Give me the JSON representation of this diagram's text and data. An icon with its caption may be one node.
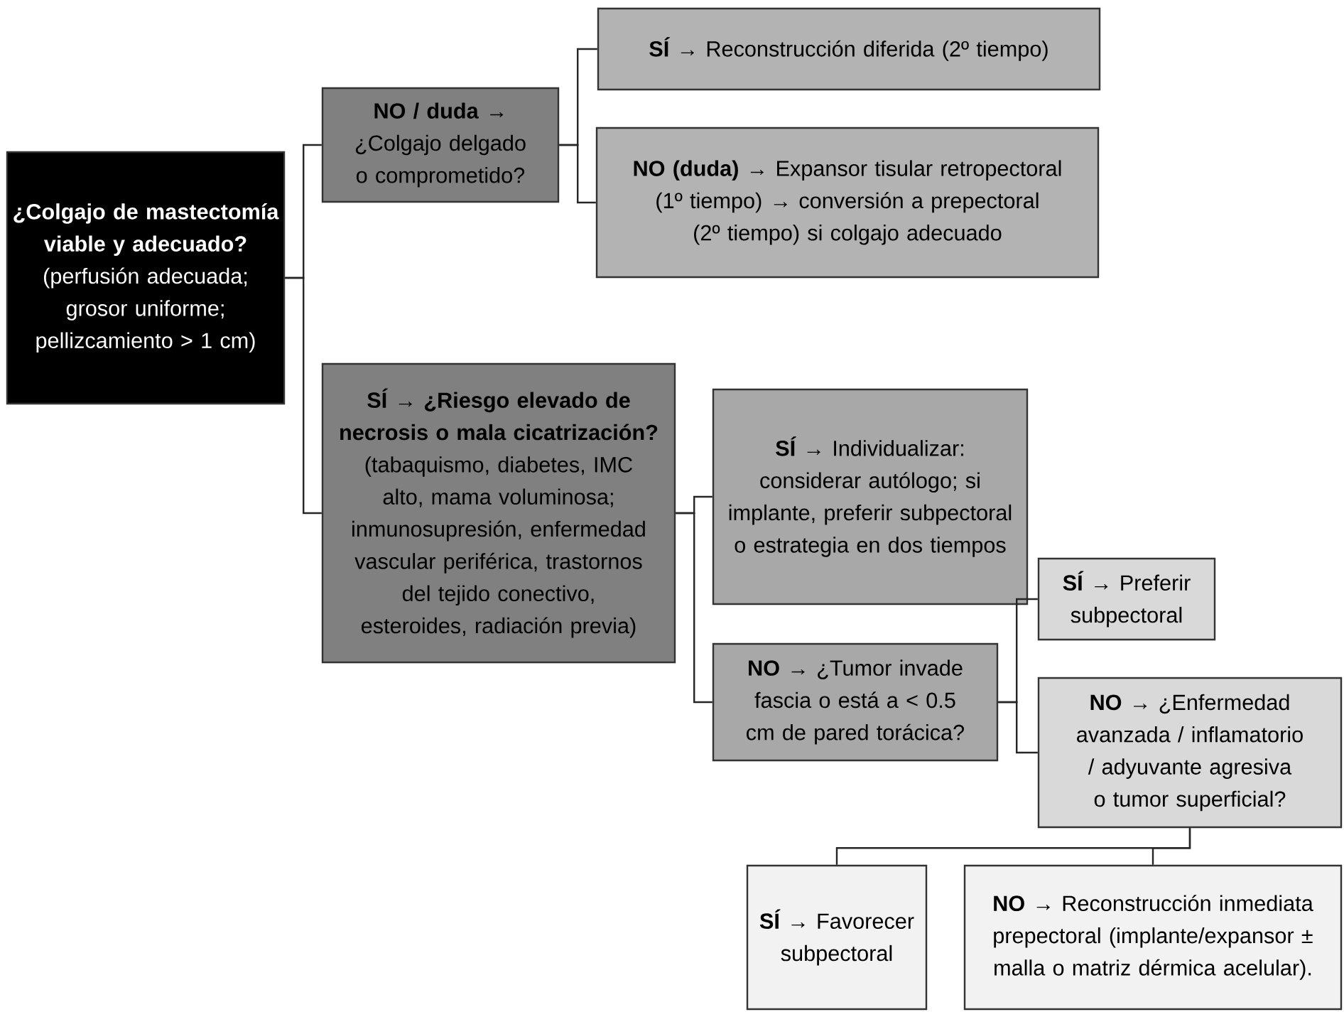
{
  "diagram": {
    "nodes": [
      {
        "text": [
          "¿Colgajo de mastectomía viable y adecuado?",
          "(perfusión adecuada; grosor uniforme; pellizcamiento > 1 cm)"
        ]
      },
      {
        "text": [
          "**NO / duda →** ¿Colgajo delgado o comprometido?"
        ]
      },
      {
        "text": [
          "**SÍ →** Reconstrucción diferida (2º tiempo)"
        ]
      },
      {
        "text": [
          "**NO (duda) →** Expansor tisular retropectoral (1º tiempo) → conversión a prepectoral (2º tiempo) si colgajo adecuado"
        ]
      },
      {
        "text": [
          "SÍ → ¿Riesgo elevado de necrosis o mala cicatrización?",
          "(tabaquismo, diabetes, IMC alto, mama voluminosa; inmunosupresión, enfermedad vascular periférica, trastornos del tejido conectivo, esteroides, radiación previa)"
        ]
      },
      {
        "text": [
          "**SÍ →** Individualizar: considerar autólogo; si implante, preferir subpectoral o estrategia en dos tiempos"
        ]
      },
      {
        "text": [
          "**NO →** ¿Tumor invade fascia o está a < 0.5 cm de pared torácica?"
        ]
      },
      {
        "text": [
          "**SÍ →** Preferir subpectoral"
        ]
      },
      {
        "text": [
          "**NO →** ¿Enfermedad avanzada / inflamatorio / adyuvante agresiva o tumor superficial?"
        ]
      },
      {
        "text": [
          "**SÍ →** Favorecer subpectoral"
        ]
      },
      {
        "text": [
          "**NO →** Reconstrucción inmediata prepectoral (implante/expansor ± malla o matriz dérmica acelular)."
        ]
      }
    ],
    "edges": [
      {
        "from": 0,
        "to": 1,
        "arrow": "none"
      },
      {
        "from": 0,
        "to": 4,
        "arrow": "none"
      },
      {
        "from": 1,
        "to": 2,
        "arrow": "none"
      },
      {
        "from": 1,
        "to": 3,
        "arrow": "none"
      },
      {
        "from": 4,
        "to": 5,
        "arrow": "none"
      },
      {
        "from": 4,
        "to": 6,
        "arrow": "none"
      },
      {
        "from": 6,
        "to": 7,
        "arrow": "none"
      },
      {
        "from": 6,
        "to": 8,
        "arrow": "none"
      },
      {
        "from": 8,
        "to": 9,
        "arrow": "none"
      },
      {
        "from": 8,
        "to": 10,
        "arrow": "none"
      }
    ]
  }
}
